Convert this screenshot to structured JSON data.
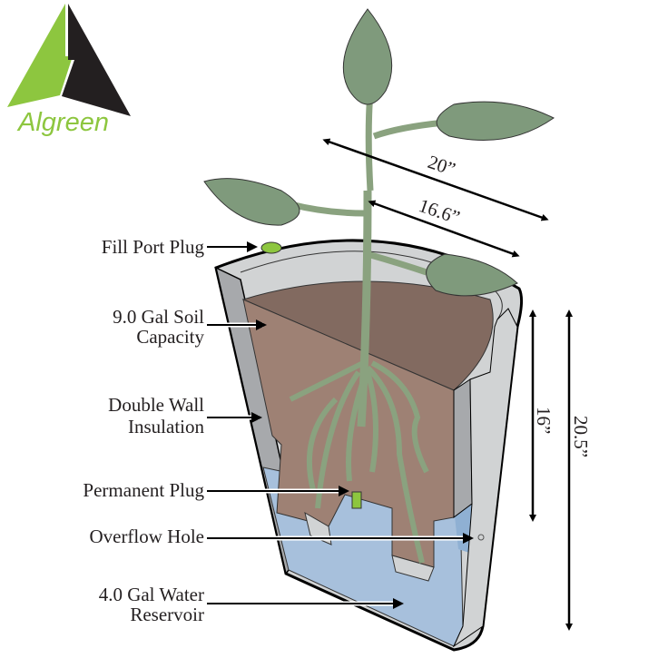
{
  "logo": {
    "brand": "Algreen",
    "green": "#8dc63f",
    "dark": "#231f20"
  },
  "labels": {
    "fill_port_plug": "Fill Port Plug",
    "soil_line1": "9.0 Gal Soil",
    "soil_line2": "Capacity",
    "wall_line1": "Double Wall",
    "wall_line2": "Insulation",
    "permanent_plug": "Permanent Plug",
    "overflow_hole": "Overflow Hole",
    "water_line1": "4.0 Gal Water",
    "water_line2": "Reservoir"
  },
  "dimensions": {
    "outer_diameter": "20”",
    "inner_diameter": "16.6”",
    "soil_depth": "16”",
    "total_height": "20.5”"
  },
  "colors": {
    "pot": "#d1d3d4",
    "soil_top": "#826a60",
    "soil_face": "#9e8174",
    "water": "#a7c0dc",
    "plant": "#8aa27f",
    "leaf": "#7f9a7c"
  }
}
